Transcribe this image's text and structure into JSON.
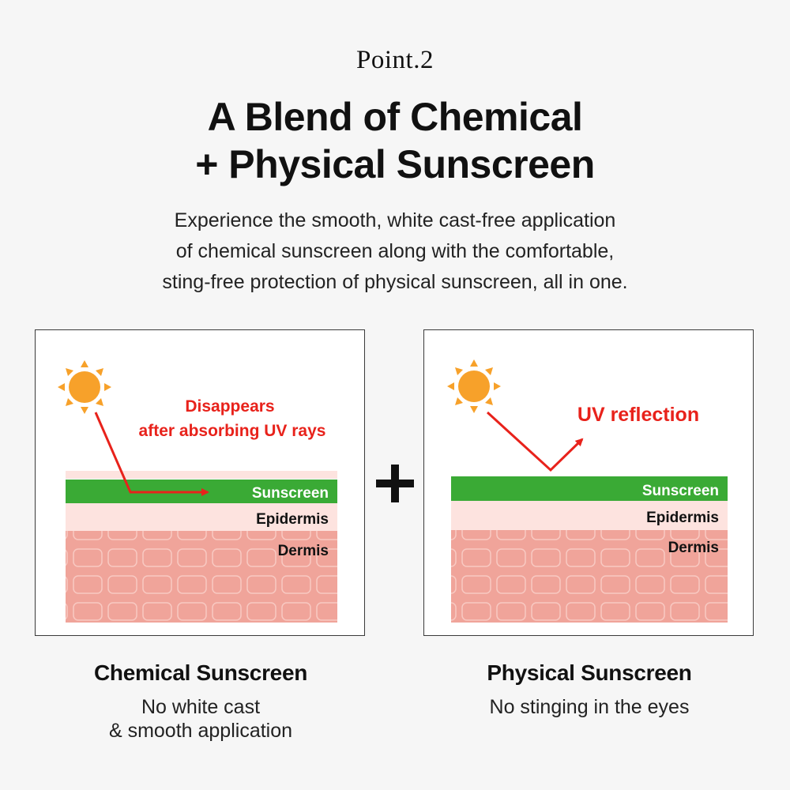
{
  "header": {
    "point": "Point.2",
    "title_line1": "A Blend of Chemical",
    "title_line2": "+ Physical Sunscreen",
    "subtitle_line1": "Experience the smooth, white cast-free application",
    "subtitle_line2": "of chemical sunscreen along with the comfortable,",
    "subtitle_line3": "sting-free protection of physical sunscreen, all in one."
  },
  "panels": {
    "chemical": {
      "annotation_line1": "Disappears",
      "annotation_line2": "after absorbing UV rays",
      "layer_sunscreen": "Sunscreen",
      "layer_epidermis": "Epidermis",
      "layer_dermis": "Dermis",
      "caption_title": "Chemical Sunscreen",
      "caption_desc_line1": "No white cast",
      "caption_desc_line2": "& smooth application"
    },
    "physical": {
      "annotation": "UV reflection",
      "layer_sunscreen": "Sunscreen",
      "layer_epidermis": "Epidermis",
      "layer_dermis": "Dermis",
      "caption_title": "Physical Sunscreen",
      "caption_desc_line1": "No stinging in the eyes"
    }
  },
  "colors": {
    "sunscreen_green": "#3aaa35",
    "epidermis_pink": "#fde3df",
    "dermis_salmon": "#f0a49a",
    "accent_red": "#e8221b",
    "sun_orange": "#f7a12a"
  }
}
